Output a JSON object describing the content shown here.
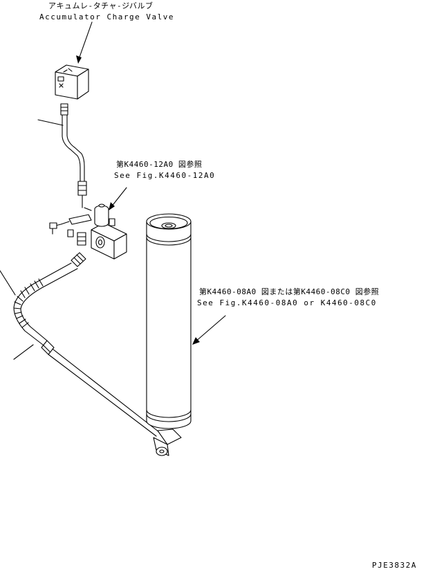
{
  "labels": {
    "accumulator_jp": "アキュムレ-タチャ-ジバルブ",
    "accumulator_en": "Accumulator Charge Valve",
    "ref1_jp": "第K4460-12A0 図参照",
    "ref1_en": "See Fig.K4460-12A0",
    "ref2_jp": "第K4460-08A0 図または第K4460-08C0 図参照",
    "ref2_en": "See Fig.K4460-08A0 or K4460-08C0",
    "drawing_code": "PJE3832A"
  }
}
